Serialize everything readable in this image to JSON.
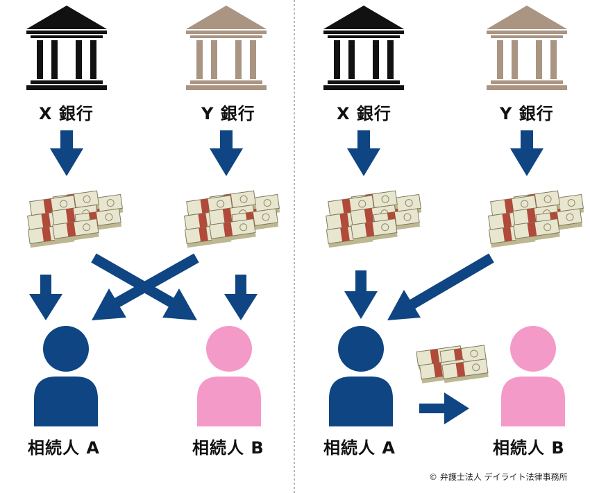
{
  "colors": {
    "bank_x": "#111111",
    "bank_y": "#aa9482",
    "arrow": "#0e4582",
    "heir_a": "#0e4582",
    "heir_b": "#f49ac8",
    "money_band": "#b04a3a",
    "money_bill": "#e9e6cf",
    "divider": "#888888"
  },
  "left_panel": {
    "bank_x_label": "X 銀行",
    "bank_y_label": "Y 銀行",
    "heir_a_label": "相続人 A",
    "heir_b_label": "相続人 B"
  },
  "right_panel": {
    "bank_x_label": "X 銀行",
    "bank_y_label": "Y 銀行",
    "heir_a_label": "相続人 A",
    "heir_b_label": "相続人 B"
  },
  "copyright": "© 弁護士法人 デイライト法律事務所"
}
